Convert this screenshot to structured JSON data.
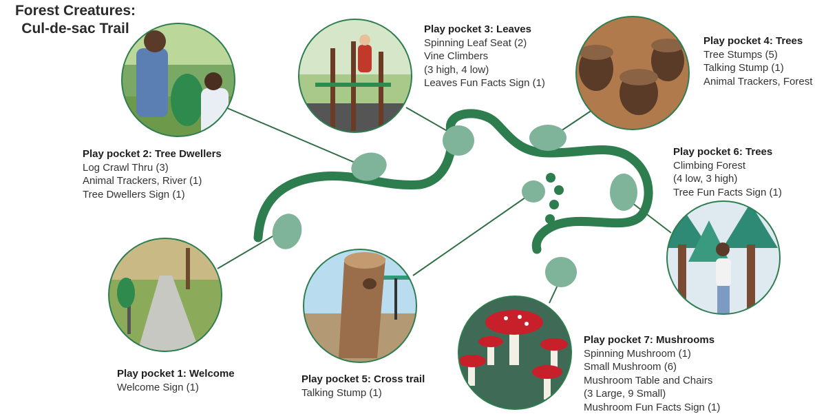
{
  "title": {
    "line1": "Forest Creatures:",
    "line2": "Cul-de-sac Trail"
  },
  "colors": {
    "trail": "#2e7d4f",
    "pocket": "#7fb39a",
    "connector": "#2f6e45",
    "photo_ring": "#2e7d4f"
  },
  "pockets": [
    {
      "heading": "Play pocket 1:  Welcome",
      "lines": [
        "Welcome Sign (1)"
      ]
    },
    {
      "heading": "Play pocket 2: Tree Dwellers",
      "lines": [
        "Log Crawl Thru (3)",
        "Animal Trackers, River (1)",
        "Tree Dwellers Sign (1)"
      ]
    },
    {
      "heading": "Play pocket 3: Leaves",
      "lines": [
        "Spinning Leaf Seat (2)",
        "Vine Climbers",
        "(3 high, 4 low)",
        "Leaves Fun Facts Sign (1)"
      ]
    },
    {
      "heading": "Play pocket 4: Trees",
      "lines": [
        "Tree Stumps (5)",
        "Talking Stump (1)",
        "Animal Trackers, Forest"
      ]
    },
    {
      "heading": "Play pocket 5: Cross trail",
      "lines": [
        "Talking Stump (1)"
      ]
    },
    {
      "heading": "Play pocket 6: Trees",
      "lines": [
        "Climbing Forest",
        "(4 low, 3 high)",
        "Tree Fun Facts Sign (1)"
      ]
    },
    {
      "heading": "Play pocket 7: Mushrooms",
      "lines": [
        "Spinning Mushroom (1)",
        "Small Mushroom (6)",
        "Mushroom Table and Chairs",
        "(3 Large, 9 Small)",
        "Mushroom Fun Facts Sign (1)"
      ]
    }
  ],
  "photos": [
    {
      "icon": "photo-family-reading-sign"
    },
    {
      "icon": "photo-vine-climbers"
    },
    {
      "icon": "photo-tree-stumps"
    },
    {
      "icon": "photo-welcome-path"
    },
    {
      "icon": "photo-talking-stump"
    },
    {
      "icon": "photo-climbing-forest"
    },
    {
      "icon": "photo-mushroom-table"
    }
  ]
}
